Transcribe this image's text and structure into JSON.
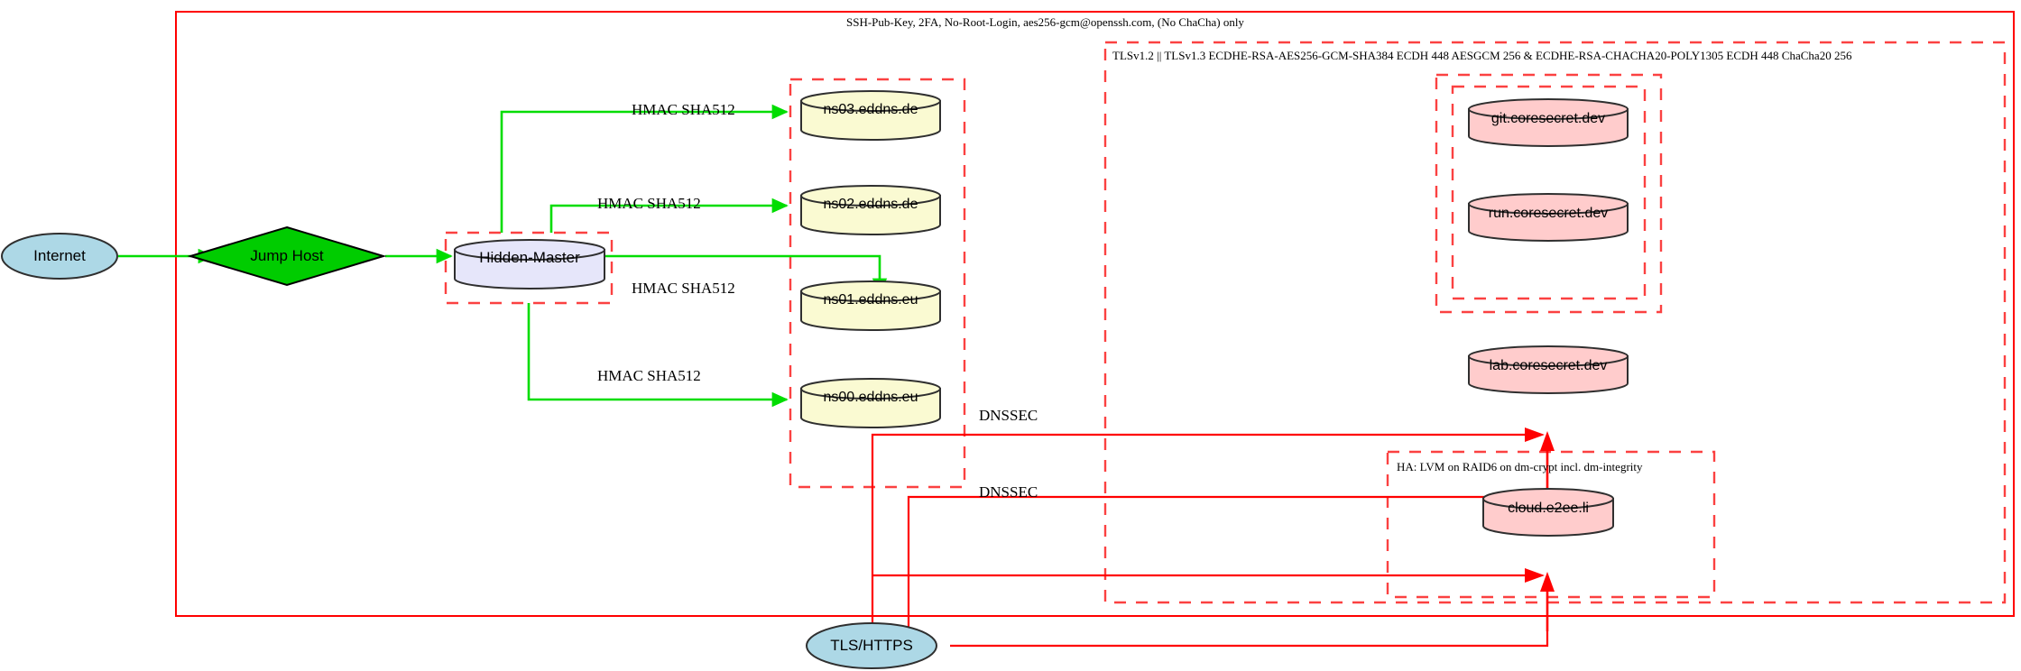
{
  "diagram": {
    "title_boundary_label": "SSH-Pub-Key, 2FA, No-Root-Login, aes256-gcm@openssh.com, (No ChaCha) only",
    "tls_boundary_label": "TLSv1.2 || TLSv1.3 ECDHE-RSA-AES256-GCM-SHA384 ECDH 448 AESGCM 256 & ECDHE-RSA-CHACHA20-POLY1305 ECDH 448 ChaCha20 256",
    "ha_boundary_label": "HA: LVM on RAID6 on dm-crypt incl. dm-integrity"
  },
  "colors": {
    "boundary_red": "#ff0000",
    "dashed_red": "#fb4141",
    "edge_green": "#00dd00",
    "cloud_fill": "#add8e6",
    "jump_fill": "#00cc00",
    "dns_fill": "#fafad2",
    "master_fill": "#e6e6fa",
    "service_fill": "#ffcccc",
    "stroke_dark": "#2f2f2f"
  },
  "nodes": {
    "internet": {
      "label": "Internet",
      "shape": "ellipse",
      "fill": "#add8e6"
    },
    "jump_host": {
      "label": "Jump Host",
      "shape": "diamond",
      "fill": "#00cc00"
    },
    "hidden_master": {
      "label": "Hidden-Master",
      "shape": "cylinder",
      "fill": "#e6e6fa"
    },
    "ns03": {
      "label": "ns03.eddns.de",
      "shape": "cylinder",
      "fill": "#fafad2"
    },
    "ns02": {
      "label": "ns02.eddns.de",
      "shape": "cylinder",
      "fill": "#fafad2"
    },
    "ns01": {
      "label": "ns01.eddns.eu",
      "shape": "cylinder",
      "fill": "#fafad2"
    },
    "ns00": {
      "label": "ns00.eddns.eu",
      "shape": "cylinder",
      "fill": "#fafad2"
    },
    "git": {
      "label": "git.coresecret.dev",
      "shape": "cylinder",
      "fill": "#ffcccc"
    },
    "run": {
      "label": "run.coresecret.dev",
      "shape": "cylinder",
      "fill": "#ffcccc"
    },
    "lab": {
      "label": "lab.coresecret.dev",
      "shape": "cylinder",
      "fill": "#ffcccc"
    },
    "cloud": {
      "label": "cloud.e2ee.li",
      "shape": "cylinder",
      "fill": "#ffcccc"
    },
    "tls_https": {
      "label": "TLS/HTTPS",
      "shape": "ellipse",
      "fill": "#add8e6"
    }
  },
  "edge_labels": {
    "hmac_ns03": "HMAC SHA512",
    "hmac_ns02": "HMAC SHA512",
    "hmac_ns01": "HMAC SHA512",
    "hmac_ns00": "HMAC SHA512",
    "dnssec_upper": "DNSSEC",
    "dnssec_lower": "DNSSEC"
  }
}
